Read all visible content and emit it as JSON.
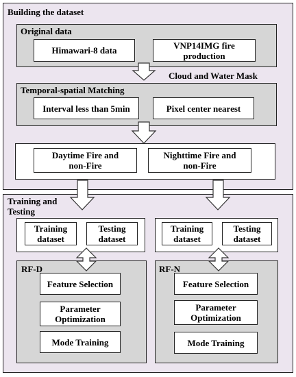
{
  "building": {
    "title": "Building the dataset",
    "original": {
      "title": "Original data",
      "left": "Himawari-8 data",
      "right": "VNP14IMG fire production"
    },
    "mask_label": "Cloud and Water Mask",
    "matching": {
      "title": "Temporal-spatial Matching",
      "left": "Interval less than 5min",
      "right": "Pixel center nearest"
    },
    "fire": {
      "day": "Daytime Fire and non-Fire",
      "night": "Nighttime Fire and non-Fire"
    }
  },
  "training": {
    "title": "Training and Testing",
    "left": {
      "train": "Training dataset",
      "test": "Testing dataset",
      "model": "RF-D",
      "steps": [
        "Feature Selection",
        "Parameter Optimization",
        "Mode Training"
      ]
    },
    "right": {
      "train": "Training dataset",
      "test": "Testing dataset",
      "model": "RF-N",
      "steps": [
        "Feature Selection",
        "Parameter Optimization",
        "Mode Training"
      ]
    }
  }
}
